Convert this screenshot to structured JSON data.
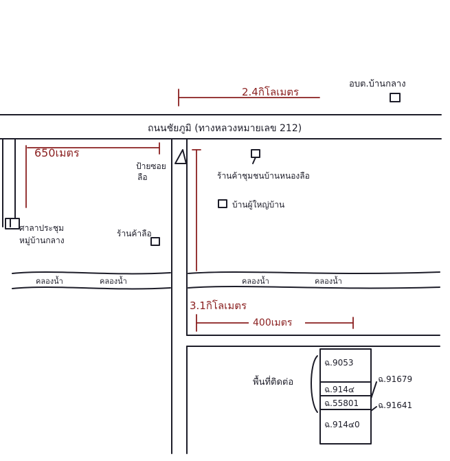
{
  "map": {
    "road_label": "ถนนชัยภูมิ (ทางหลวงหมายเลข 212)",
    "dist_2_4km": "2.4กิโลเมตร",
    "dist_650m": "650เมตร",
    "dist_3_1km": "3.1กิโลเมตร",
    "dist_400m": "400เมตร",
    "landmark_tr": "อบต.บ้านกลาง",
    "landmark_sign": "ป้ายซอย",
    "landmark_sign_2": "ลือ",
    "landmark_tl": "ศาลาประชุม",
    "landmark_tl_2": "หมู่บ้านกลาง",
    "landmark_center_left": "ร้านค้าลือ",
    "landmark_rc_1": "ร้านค้าชุมชนบ้านหนองลือ",
    "landmark_rc_2": "บ้านผู้ใหญ่บ้าน",
    "canal_left_1": "คลองน้ำ",
    "canal_left_2": "คลองน้ำ",
    "canal_right_1": "คลองน้ำ",
    "canal_right_2": "คลองน้ำ",
    "parcel_area_label": "พื้นที่ติดต่อ",
    "parcels": [
      "ฉ.9053",
      "ฉ.914๔",
      "ฉ.55801",
      "ฉ.914๔0"
    ],
    "parcel_right_1": "ฉ.91679",
    "parcel_right_2": "ฉ.91641"
  },
  "colors": {
    "ink": "#1c1c28",
    "red": "#8a1f1f"
  }
}
